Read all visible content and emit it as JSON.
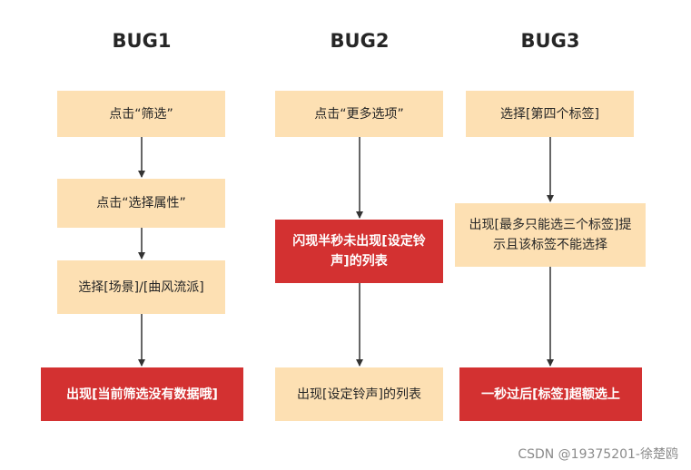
{
  "columns": [
    {
      "title": "BUG1",
      "steps": [
        "点击“筛选”",
        "点击“选择属性”",
        "选择[场景]/[曲风流派]",
        "出现[当前筛选没有数据哦]"
      ]
    },
    {
      "title": "BUG2",
      "steps": [
        "点击“更多选项”",
        "闪现半秒未出现[设定铃声]的列表",
        "出现[设定铃声]的列表"
      ]
    },
    {
      "title": "BUG3",
      "steps": [
        "选择[第四个标签]",
        "出现[最多只能选三个标签]提示且该标签不能选择",
        "一秒过后[标签]超额选上"
      ]
    }
  ],
  "watermark": "CSDN @19375201-徐楚鸥",
  "colors": {
    "step_fill": "#fde0b3",
    "alert_fill": "#d33131",
    "arrow": "#333333"
  }
}
